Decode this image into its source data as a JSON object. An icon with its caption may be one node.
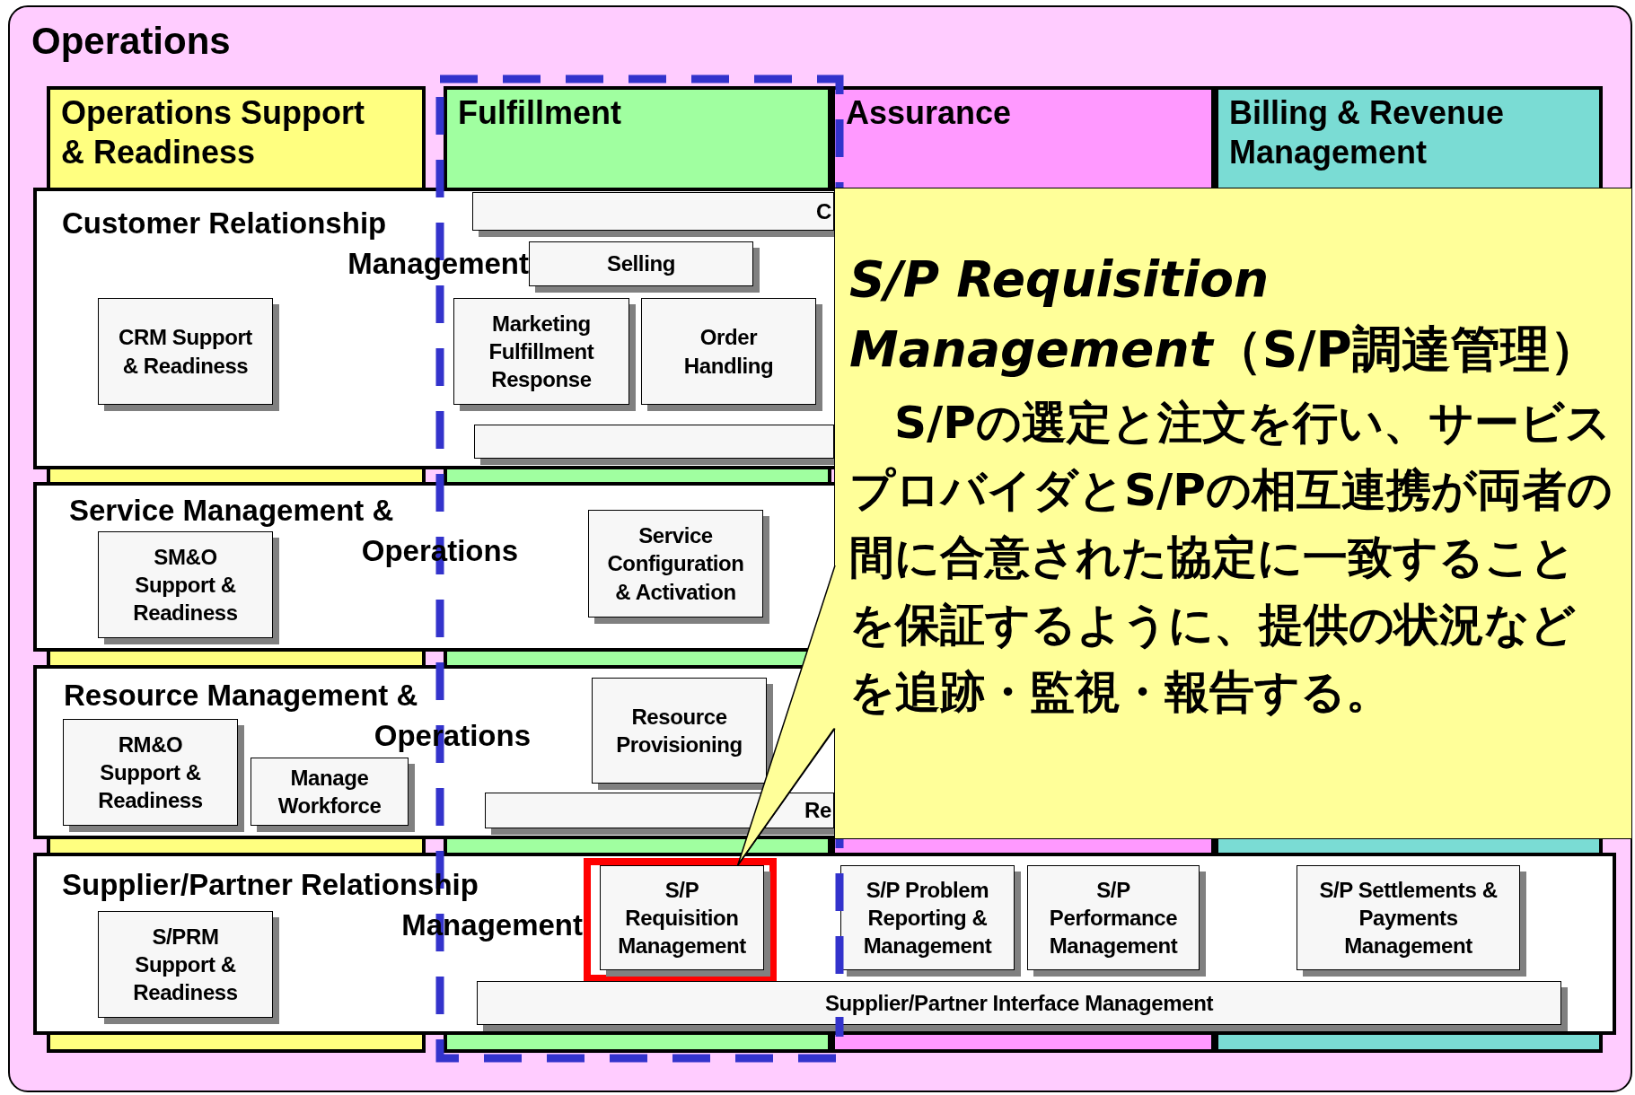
{
  "diagram": {
    "nodes": [
      {
        "text": [
          "Operations"
        ]
      },
      {
        "text": [
          "Operations Support & Readiness"
        ],
        "in": 0
      },
      {
        "text": [
          "Fulfillment"
        ],
        "in": 0
      },
      {
        "text": [
          "Assurance"
        ],
        "in": 0
      },
      {
        "text": [
          "Billing & Revenue Management"
        ],
        "in": 0
      },
      {
        "text": [
          "Customer Relationship Management"
        ],
        "in": 0
      },
      {
        "text": [
          "C"
        ],
        "in": 5
      },
      {
        "text": [
          "Selling"
        ],
        "in": 5
      },
      {
        "text": [
          "CRM Support & Readiness"
        ],
        "in": 5
      },
      {
        "text": [
          "Marketing Fulfillment Response"
        ],
        "in": 5
      },
      {
        "text": [
          "Order Handling"
        ],
        "in": 5
      },
      {
        "text": [],
        "shape": "bar",
        "in": 5
      },
      {
        "text": [
          "Service Management & Operations"
        ],
        "in": 0
      },
      {
        "text": [
          "SM&O Support & Readiness"
        ],
        "in": 12
      },
      {
        "text": [
          "Service Configuration & Activation"
        ],
        "in": 12
      },
      {
        "text": [
          "Resource Management & Operations"
        ],
        "in": 0
      },
      {
        "text": [
          "RM&O Support & Readiness"
        ],
        "in": 15
      },
      {
        "text": [
          "Manage Workforce"
        ],
        "in": 15
      },
      {
        "text": [
          "Resource Provisioning"
        ],
        "in": 15
      },
      {
        "text": [
          "Re"
        ],
        "in": 15
      },
      {
        "text": [
          "Supplier/Partner Relationship Management"
        ],
        "in": 0
      },
      {
        "text": [
          "S/PRM Support & Readiness"
        ],
        "in": 20
      },
      {
        "text": [
          "S/P Requisition Management"
        ],
        "in": 20
      },
      {
        "text": [
          "S/P Problem Reporting & Management"
        ],
        "in": 20
      },
      {
        "text": [
          "S/P Performance Management"
        ],
        "in": 20
      },
      {
        "text": [
          "S/P Settlements & Payments Management"
        ],
        "in": 20
      },
      {
        "text": [
          "Supplier/Partner Interface Management"
        ],
        "in": 20
      },
      {
        "text": [
          "*S/P Requisition Management*（S/P調達管理）",
          "**S/Pの選定と注文**を行い、サービスプロバイダとS/Pの相互連携が両者の間に合意された協定に一致することを保証するように、提供の状況などを追跡・監視・報告する。"
        ],
        "in": 0
      }
    ],
    "edges": [
      {
        "from": 27,
        "to": 22,
        "arrow": "none"
      }
    ]
  }
}
